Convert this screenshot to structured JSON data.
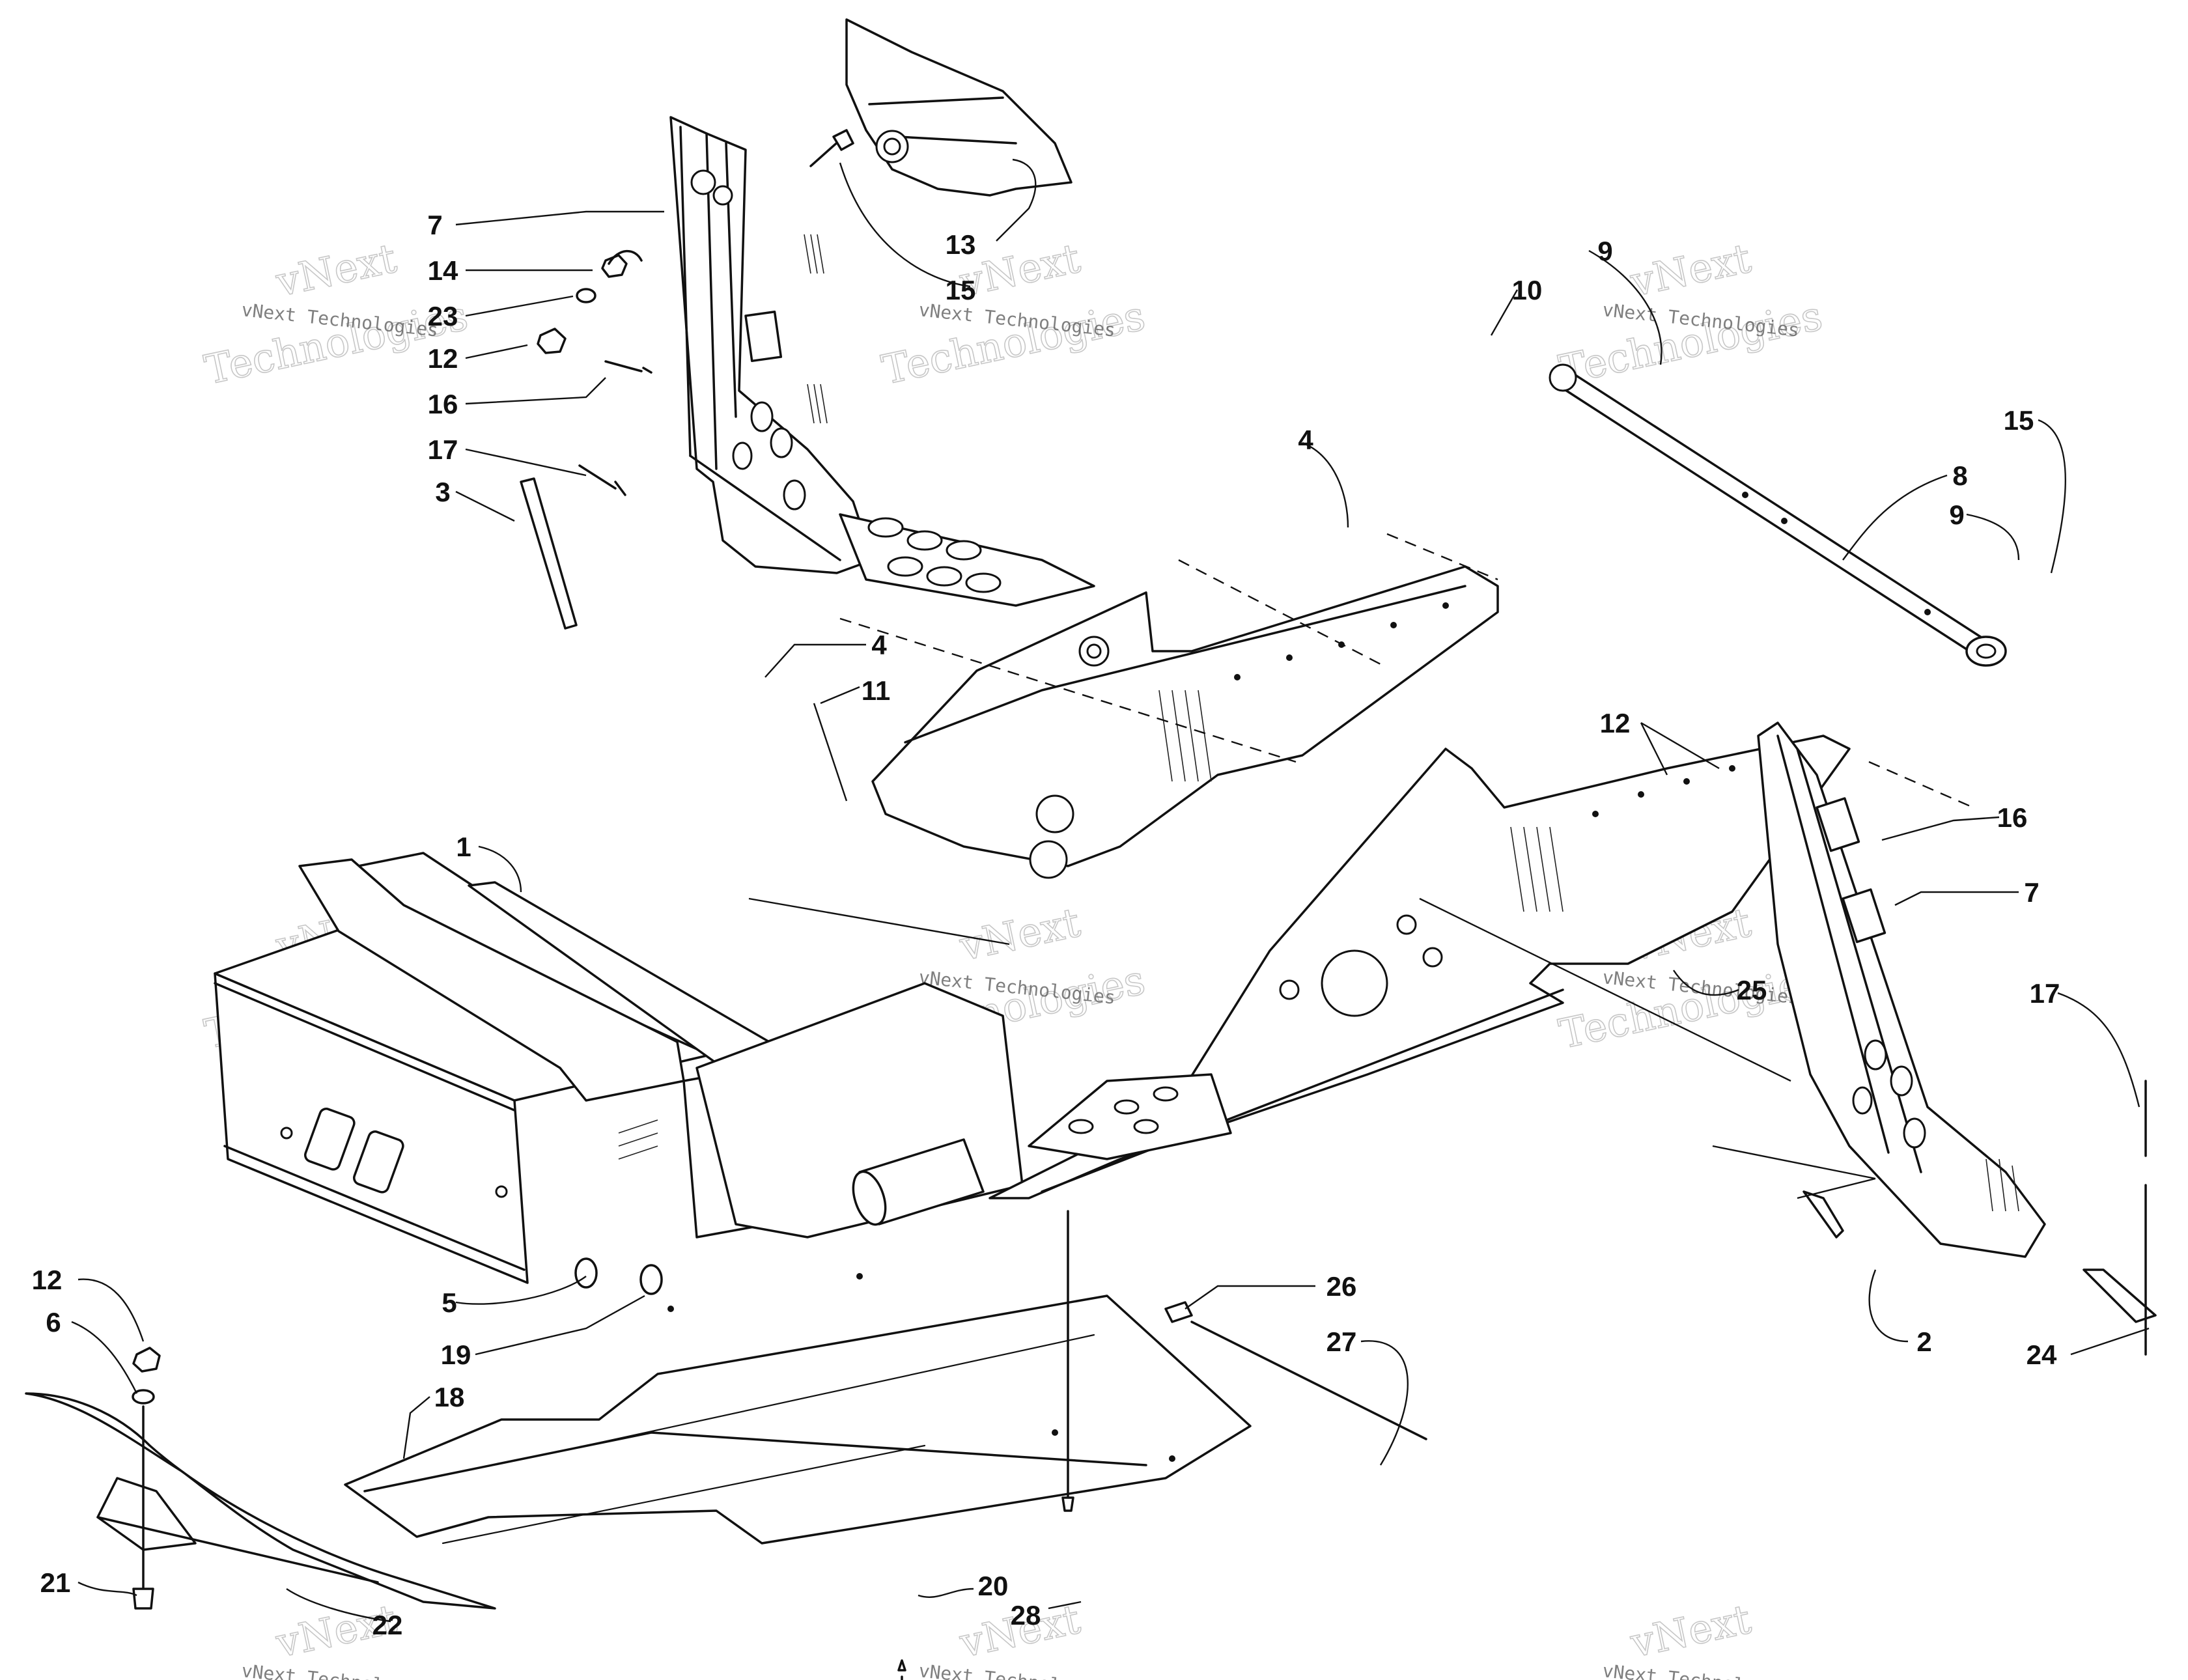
{
  "callouts": [
    {
      "id": "c7a",
      "text": "7"
    },
    {
      "id": "c14",
      "text": "14"
    },
    {
      "id": "c23a",
      "text": "23"
    },
    {
      "id": "c12a",
      "text": "12"
    },
    {
      "id": "c16a",
      "text": "16"
    },
    {
      "id": "c17a",
      "text": "17"
    },
    {
      "id": "c3",
      "text": "3"
    },
    {
      "id": "c13",
      "text": "13"
    },
    {
      "id": "c15a",
      "text": "15"
    },
    {
      "id": "c4a",
      "text": "4"
    },
    {
      "id": "c4b",
      "text": "4"
    },
    {
      "id": "c11",
      "text": "11"
    },
    {
      "id": "c1",
      "text": "1"
    },
    {
      "id": "c9a",
      "text": "9"
    },
    {
      "id": "c10",
      "text": "10"
    },
    {
      "id": "c15b",
      "text": "15"
    },
    {
      "id": "c8",
      "text": "8"
    },
    {
      "id": "c9b",
      "text": "9"
    },
    {
      "id": "c12b",
      "text": "12"
    },
    {
      "id": "c16b",
      "text": "16"
    },
    {
      "id": "c7b",
      "text": "7"
    },
    {
      "id": "c17b",
      "text": "17"
    },
    {
      "id": "c25",
      "text": "25"
    },
    {
      "id": "c2",
      "text": "2"
    },
    {
      "id": "c24",
      "text": "24"
    },
    {
      "id": "c26",
      "text": "26"
    },
    {
      "id": "c27",
      "text": "27"
    },
    {
      "id": "c5",
      "text": "5"
    },
    {
      "id": "c19",
      "text": "19"
    },
    {
      "id": "c12c",
      "text": "12"
    },
    {
      "id": "c6",
      "text": "6"
    },
    {
      "id": "c18",
      "text": "18"
    },
    {
      "id": "c21",
      "text": "21"
    },
    {
      "id": "c22",
      "text": "22"
    },
    {
      "id": "c20",
      "text": "20"
    },
    {
      "id": "c28",
      "text": "28"
    }
  ],
  "watermark": {
    "brand": "vNext",
    "company": "Technologies",
    "line": "vNext Technologies"
  }
}
